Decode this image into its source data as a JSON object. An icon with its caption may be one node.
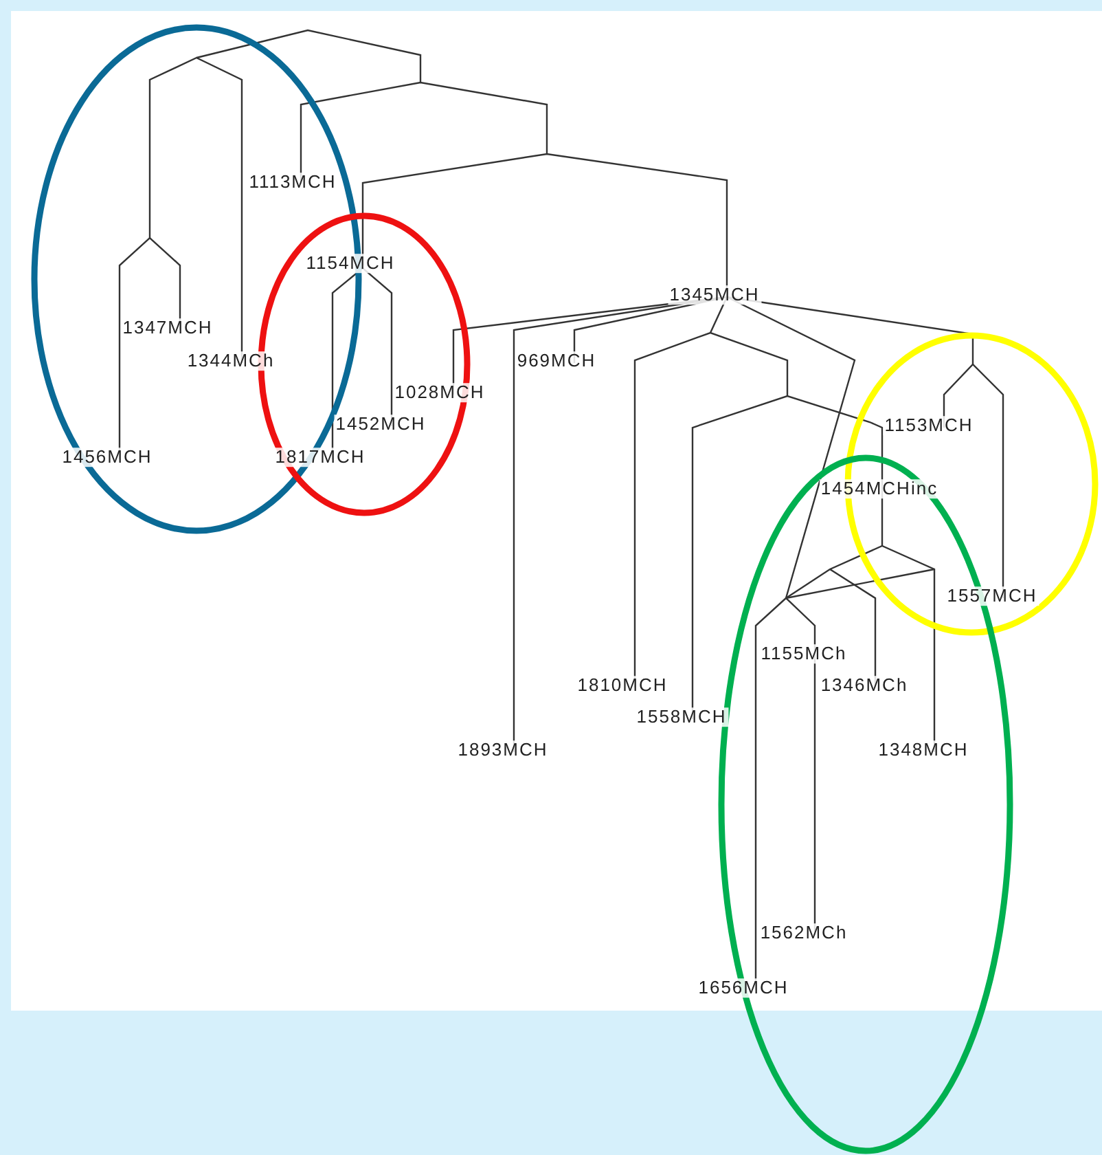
{
  "diagram": {
    "labels": [
      "1113MCH",
      "1154MCH",
      "1345MCH",
      "1347MCH",
      "1344MCh",
      "969MCH",
      "1028MCH",
      "1452MCH",
      "1153MCH",
      "1456MCH",
      "1817MCH",
      "1454MCHinc",
      "1557MCH",
      "1155MCh",
      "1810MCH",
      "1346MCh",
      "1558MCH",
      "1893MCH",
      "1348MCH",
      "1562MCh",
      "1656MCH"
    ]
  }
}
